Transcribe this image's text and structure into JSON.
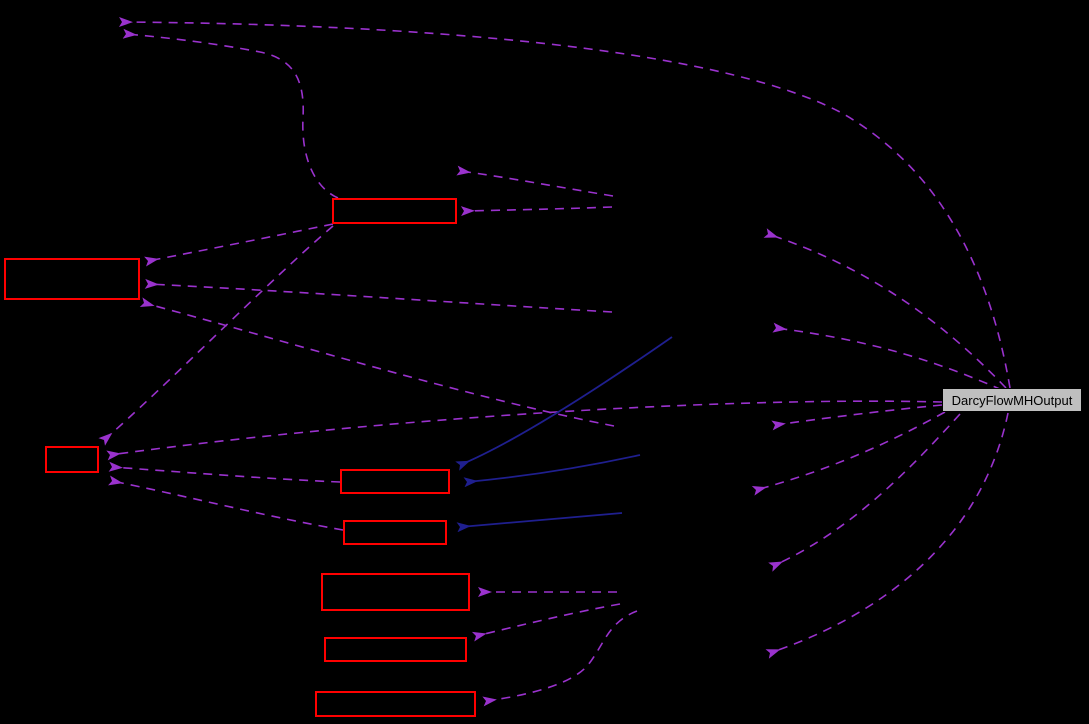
{
  "diagram": {
    "type": "doxygen-collaboration-graph",
    "background_color": "#000000",
    "main_node": {
      "label": "DarcyFlowMHOutput",
      "fill_color": "#BFBFBF",
      "border_color": "#000000",
      "text_color": "#000000"
    },
    "colors": {
      "usage_edge": "#9A32CD",
      "inheritance_edge": "#1f1f8f",
      "class_box_border": "#FF0000"
    },
    "legend": {
      "dashed_purple_edges": "usage relations",
      "solid_blue_edges": "inheritance relations",
      "red_boxes_count": 8,
      "dashed_edge_count": 20,
      "solid_edge_count": 3
    }
  }
}
